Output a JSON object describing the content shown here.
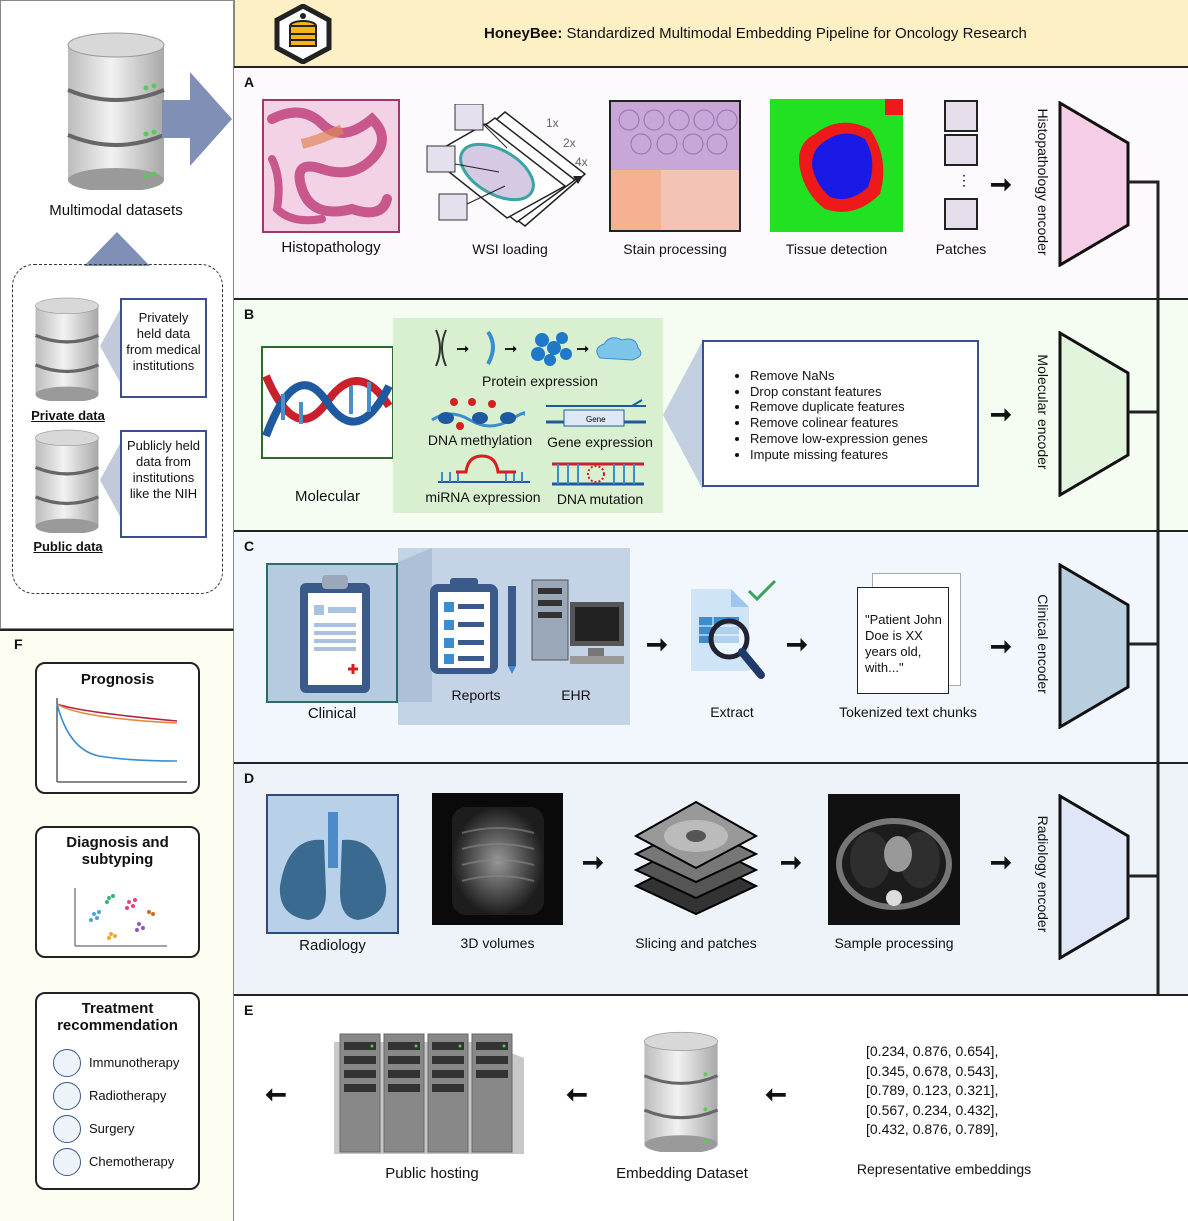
{
  "header": {
    "title_bold": "HoneyBee:",
    "title_rest": " Standardized Multimodal Embedding Pipeline for Oncology Research"
  },
  "left": {
    "datasets_label": "Multimodal datasets",
    "private_label": "Private data",
    "private_desc": "Privately held data from medical institutions",
    "public_label": "Public data",
    "public_desc": "Publicly held data from institutions like the NIH"
  },
  "panel_a": {
    "letter": "A",
    "histo": "Histopathology",
    "wsi": "WSI loading",
    "mag": [
      "1x",
      "2x",
      "4x"
    ],
    "stain": "Stain processing",
    "tissue": "Tissue detection",
    "patches": "Patches",
    "encoder": "Histopathology encoder"
  },
  "panel_b": {
    "letter": "B",
    "molecular": "Molecular",
    "protein": "Protein expression",
    "methylation": "DNA methylation",
    "gene": "Gene expression",
    "gene_box": "Gene",
    "mirna": "miRNA expression",
    "mutation": "DNA mutation",
    "steps": [
      "Remove NaNs",
      "Drop constant features",
      "Remove duplicate features",
      "Remove colinear features",
      "Remove low-expression genes",
      "Impute missing features"
    ],
    "encoder": "Molecular encoder"
  },
  "panel_c": {
    "letter": "C",
    "clinical": "Clinical",
    "reports": "Reports",
    "ehr": "EHR",
    "extract": "Extract",
    "chunk_text": "\"Patient John Doe is XX years old, with...\"",
    "tokenized": "Tokenized text chunks",
    "encoder": "Clinical encoder"
  },
  "panel_d": {
    "letter": "D",
    "radiology": "Radiology",
    "volumes": "3D volumes",
    "slicing": "Slicing and patches",
    "sample": "Sample processing",
    "encoder": "Radiology encoder"
  },
  "panel_e": {
    "letter": "E",
    "public_hosting": "Public hosting",
    "embedding_dataset": "Embedding Dataset",
    "embeddings": [
      "[0.234, 0.876, 0.654],",
      "[0.345, 0.678, 0.543],",
      "[0.789, 0.123, 0.321],",
      "[0.567, 0.234, 0.432],",
      "[0.432, 0.876, 0.789],"
    ],
    "rep_label": "Representative embeddings"
  },
  "panel_f": {
    "letter": "F",
    "prognosis": "Prognosis",
    "diagnosis": "Diagnosis and subtyping",
    "treatment": "Treatment recommendation",
    "treatments": [
      "Immunotherapy",
      "Radiotherapy",
      "Surgery",
      "Chemotherapy"
    ]
  },
  "colors": {
    "header_bg": "#fdf0c4",
    "histo_encoder": "#f6cde6",
    "mol_encoder": "#e2f5dc",
    "clin_encoder": "#b9cfe0",
    "rad_encoder": "#dfe6f7"
  }
}
